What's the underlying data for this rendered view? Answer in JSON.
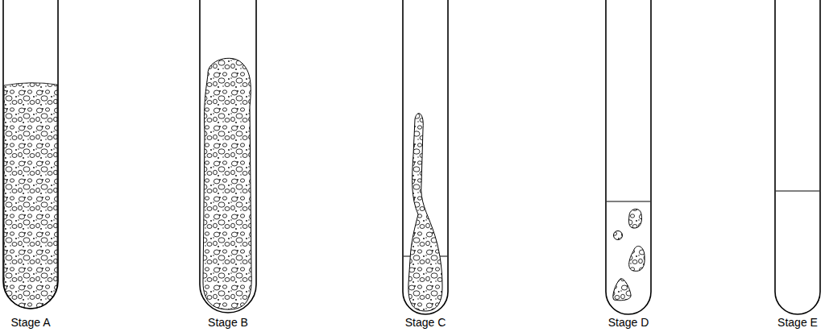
{
  "diagram": {
    "labels": [
      "Stage A",
      "Stage B",
      "Stage C",
      "Stage D",
      "Stage E"
    ]
  }
}
